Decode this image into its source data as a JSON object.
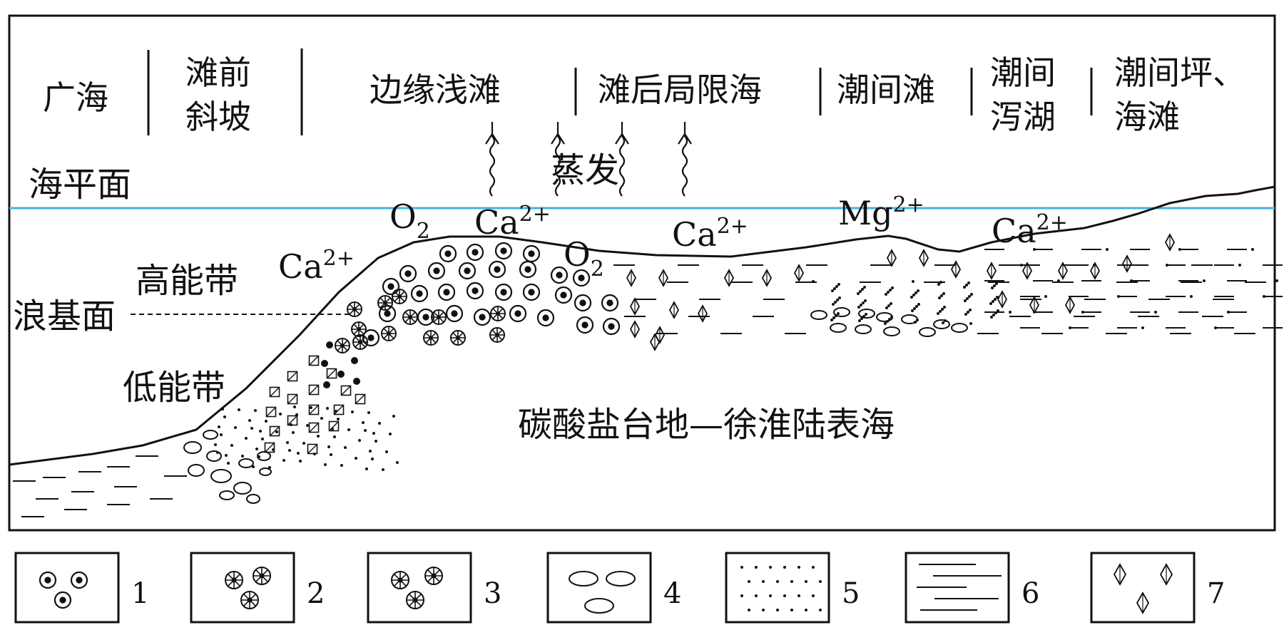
{
  "zones": {
    "open_sea": "广海",
    "fore_shoal_slope": [
      "滩前",
      "斜坡"
    ],
    "marginal_shoal": "边缘浅滩",
    "back_shoal_restricted_sea": "滩后局限海",
    "intertidal_shoal": "潮间滩",
    "intertidal_lagoon": [
      "潮间",
      "泻湖"
    ],
    "intertidal_flat_beach": [
      "潮间坪、",
      "海滩"
    ]
  },
  "labels": {
    "sea_level": "海平面",
    "high_energy_zone": "高能带",
    "wave_base": "浪基面",
    "low_energy_zone": "低能带",
    "evaporation": "蒸发",
    "platform_title": "碳酸盐台地—徐淮陆表海"
  },
  "ions": {
    "ca": "Ca",
    "ca_charge": "2+",
    "mg": "Mg",
    "mg_charge": "2+",
    "o": "O",
    "o_sub": "2"
  },
  "legend": [
    "1",
    "2",
    "3",
    "4",
    "5",
    "6",
    "7"
  ],
  "colors": {
    "sea_level_line": "#3fb6e3",
    "ink": "#111111"
  },
  "icons": {
    "1": "oolite-icon",
    "2": "radial-ooid-icon",
    "3": "bioclast-ooid-icon",
    "4": "oncolite-icon",
    "5": "sand-dots-icon",
    "6": "lamina-lines-icon",
    "7": "dolomite-crystal-icon"
  }
}
